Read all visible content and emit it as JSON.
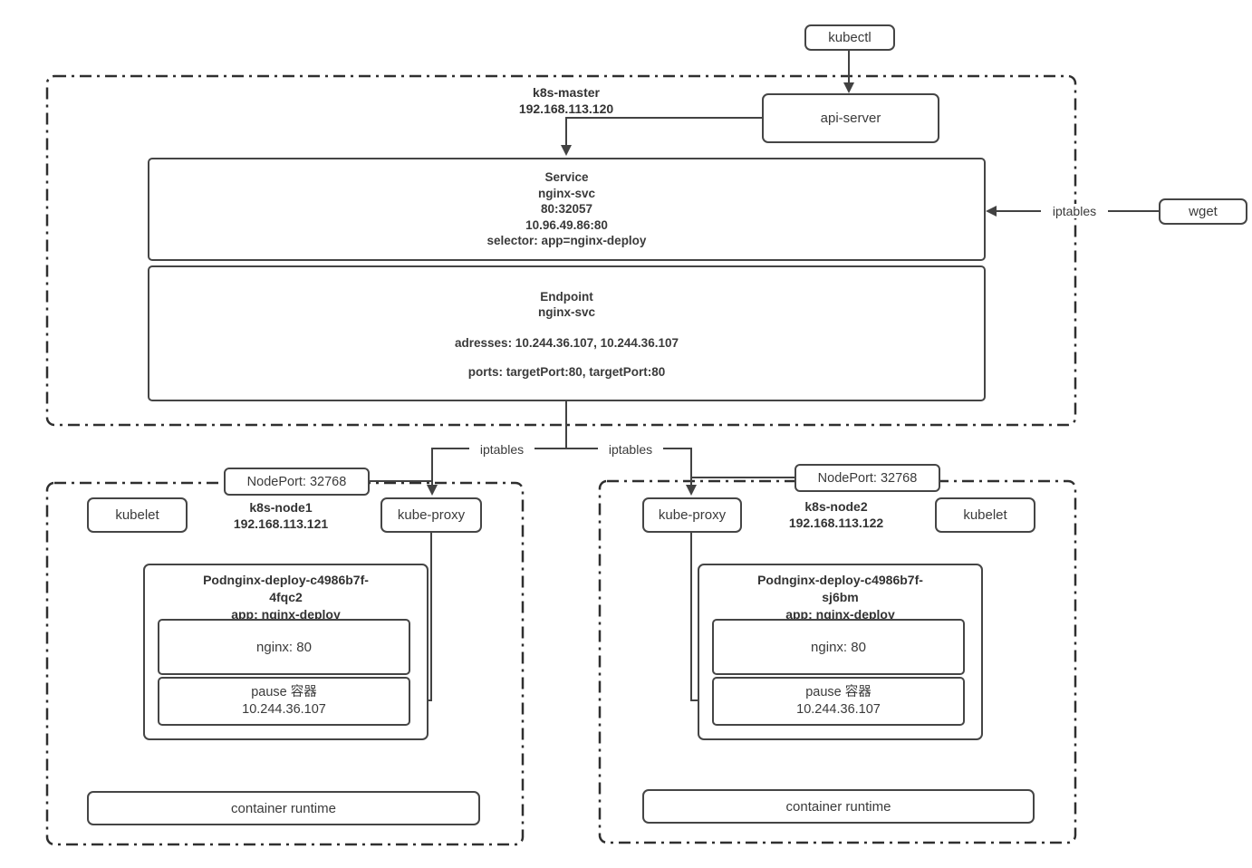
{
  "colors": {
    "line": "#424242",
    "text": "#3a3a3a",
    "background": "#ffffff"
  },
  "kubectl": {
    "label": "kubectl"
  },
  "api_server": {
    "label": "api-server"
  },
  "wget": {
    "label": "wget"
  },
  "labels": {
    "iptables_wget": "iptables",
    "iptables_node1": "iptables",
    "iptables_node2": "iptables",
    "nodeport_node1": "NodePort: 32768",
    "nodeport_node2": "NodePort: 32768"
  },
  "master": {
    "name": "k8s-master",
    "ip": "192.168.113.120",
    "service": {
      "title": "Service",
      "name": "nginx-svc",
      "port_mapping": "80:32057",
      "cluster_ip": "10.96.49.86:80",
      "selector": "selector: app=nginx-deploy"
    },
    "endpoint": {
      "title": "Endpoint",
      "name": "nginx-svc",
      "addresses": "adresses: 10.244.36.107, 10.244.36.107",
      "ports": "ports: targetPort:80, targetPort:80"
    }
  },
  "node1": {
    "name": "k8s-node1",
    "ip": "192.168.113.121",
    "kubelet": "kubelet",
    "kube_proxy": "kube-proxy",
    "pod": {
      "title_line1": "Podnginx-deploy-c4986b7f-",
      "title_line2": "4fqc2",
      "app_label": "app: nginx-deploy",
      "nginx_container": "nginx: 80",
      "pause_container": "pause 容器",
      "pause_ip": "10.244.36.107"
    },
    "container_runtime": "container runtime"
  },
  "node2": {
    "name": "k8s-node2",
    "ip": "192.168.113.122",
    "kubelet": "kubelet",
    "kube_proxy": "kube-proxy",
    "pod": {
      "title_line1": "Podnginx-deploy-c4986b7f-",
      "title_line2": "sj6bm",
      "app_label": "app: nginx-deploy",
      "nginx_container": "nginx: 80",
      "pause_container": "pause 容器",
      "pause_ip": "10.244.36.107"
    },
    "container_runtime": "container runtime"
  }
}
